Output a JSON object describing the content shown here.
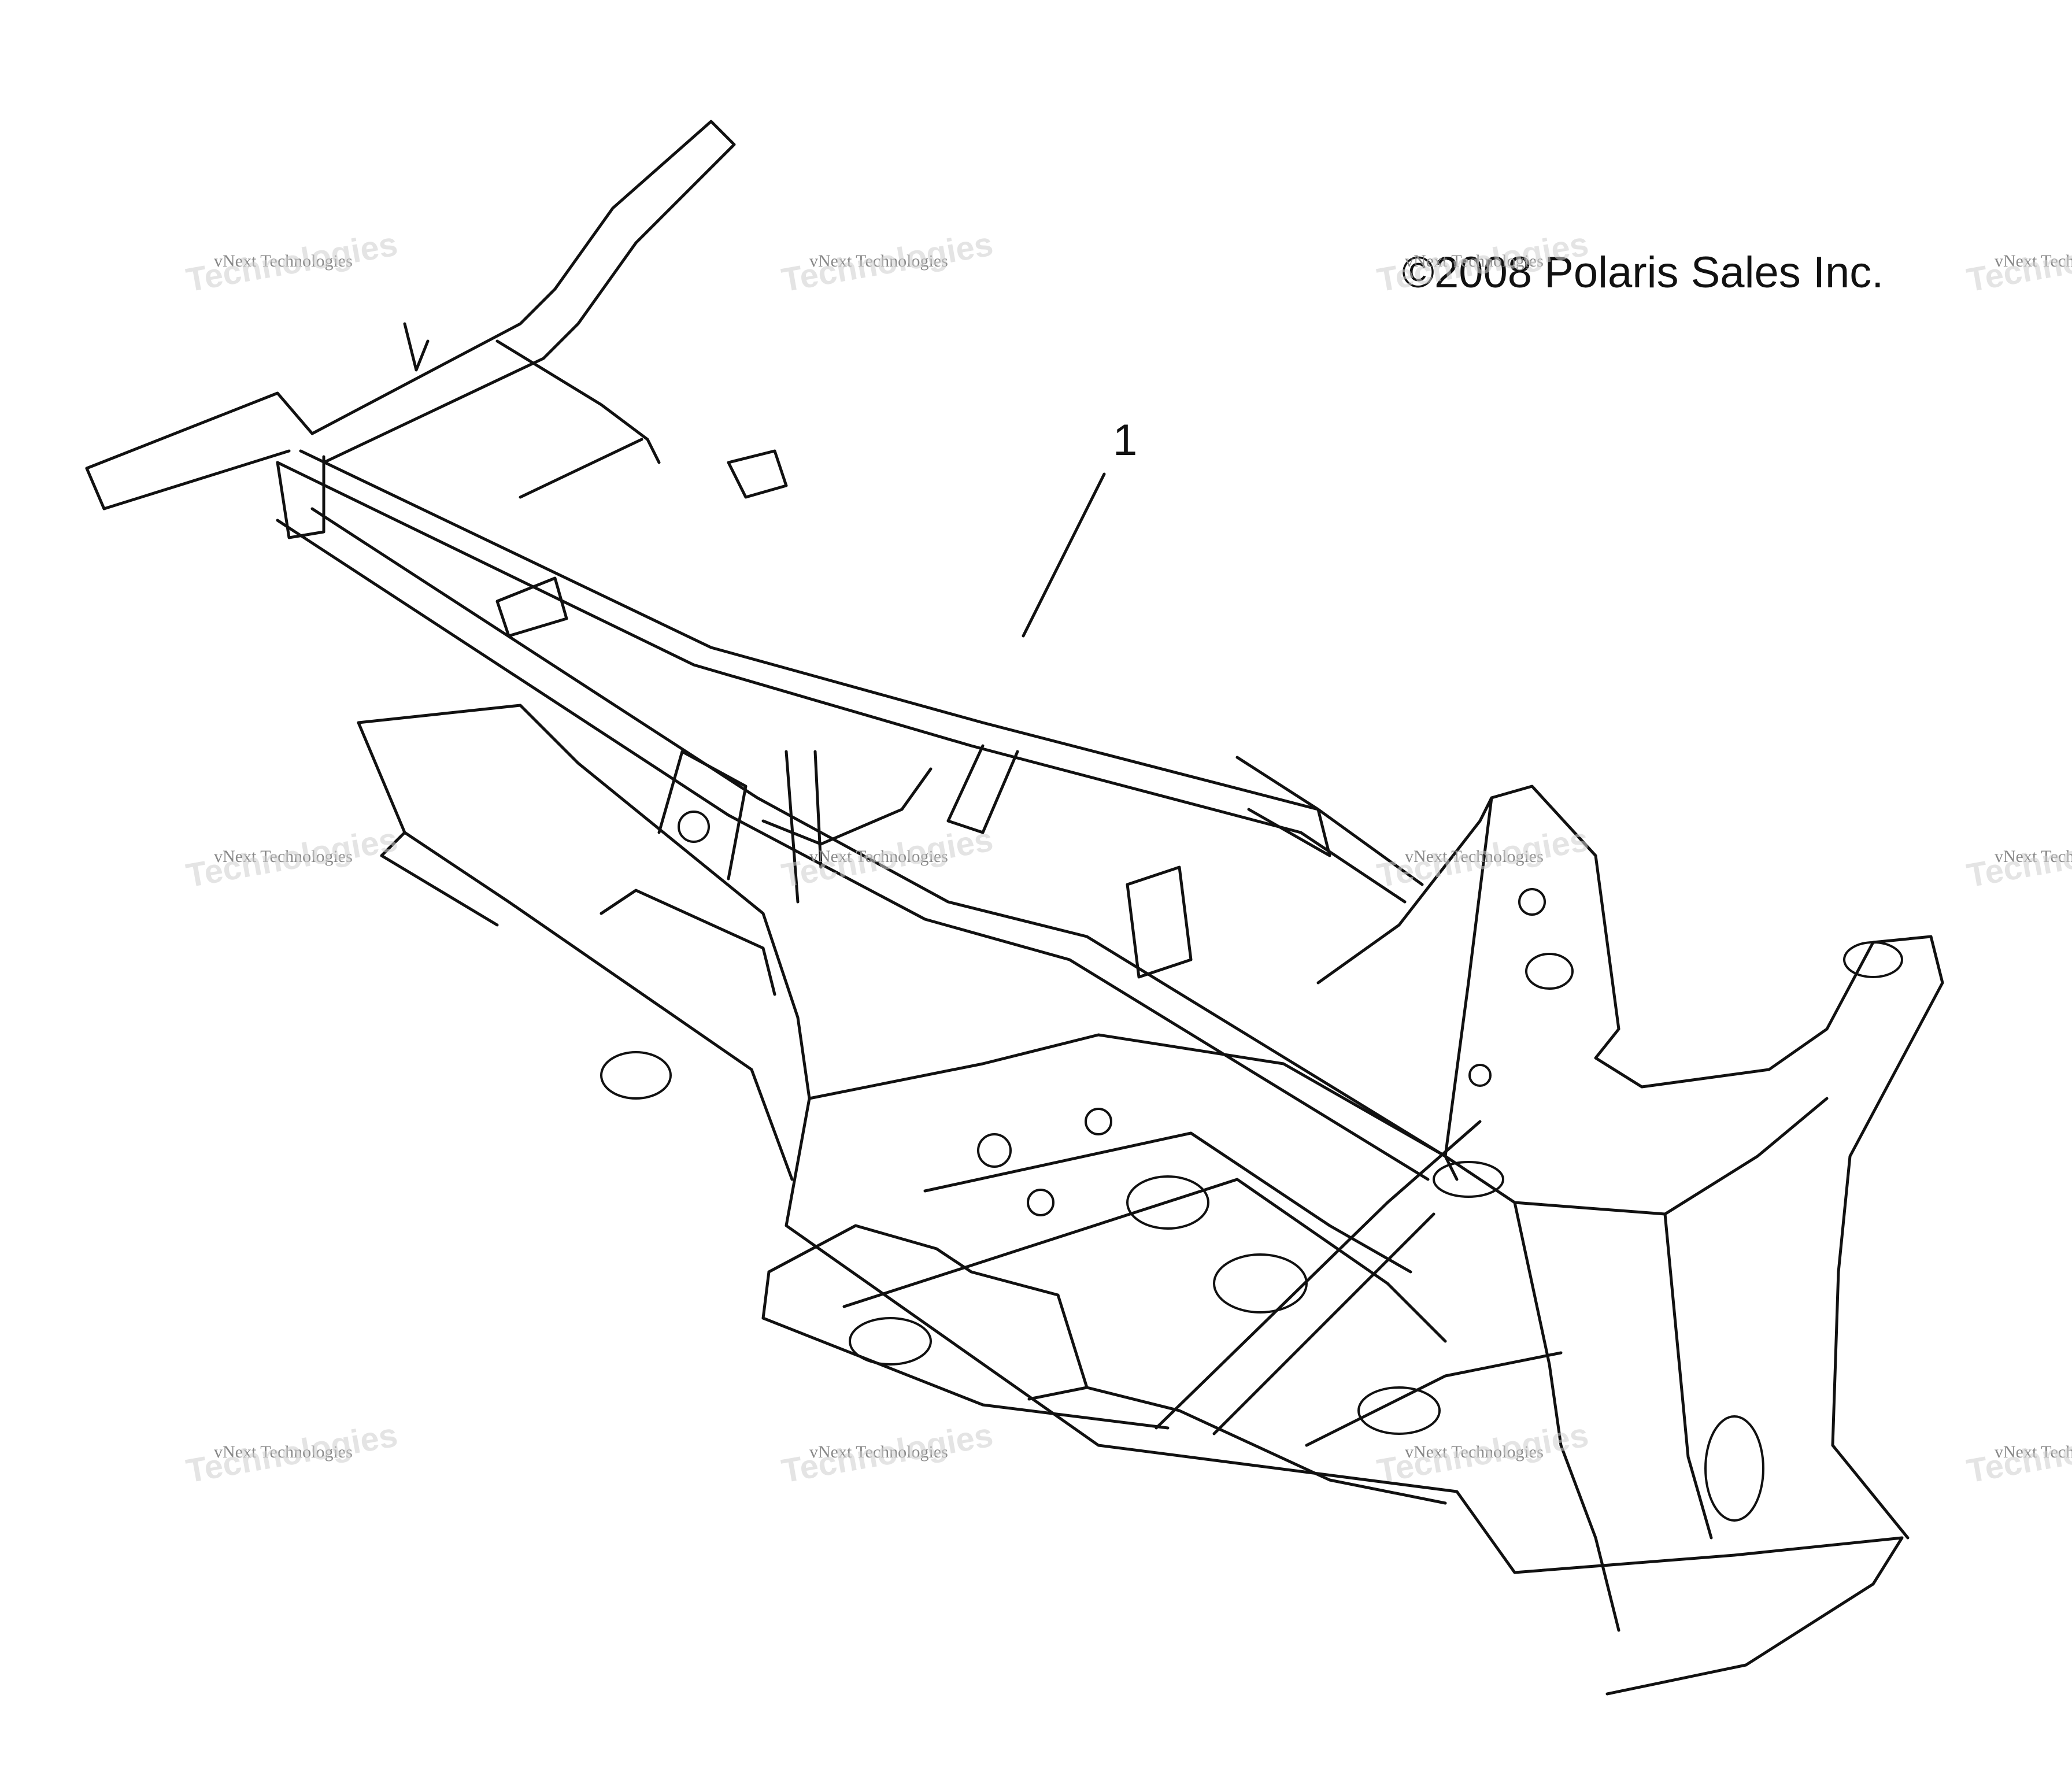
{
  "diagram": {
    "copyright": "©2008 Polaris Sales Inc.",
    "callout_number": "1",
    "watermark_line1": "vNext",
    "watermark_line2": "Technologies",
    "watermark_small": "vNext Technologies"
  }
}
